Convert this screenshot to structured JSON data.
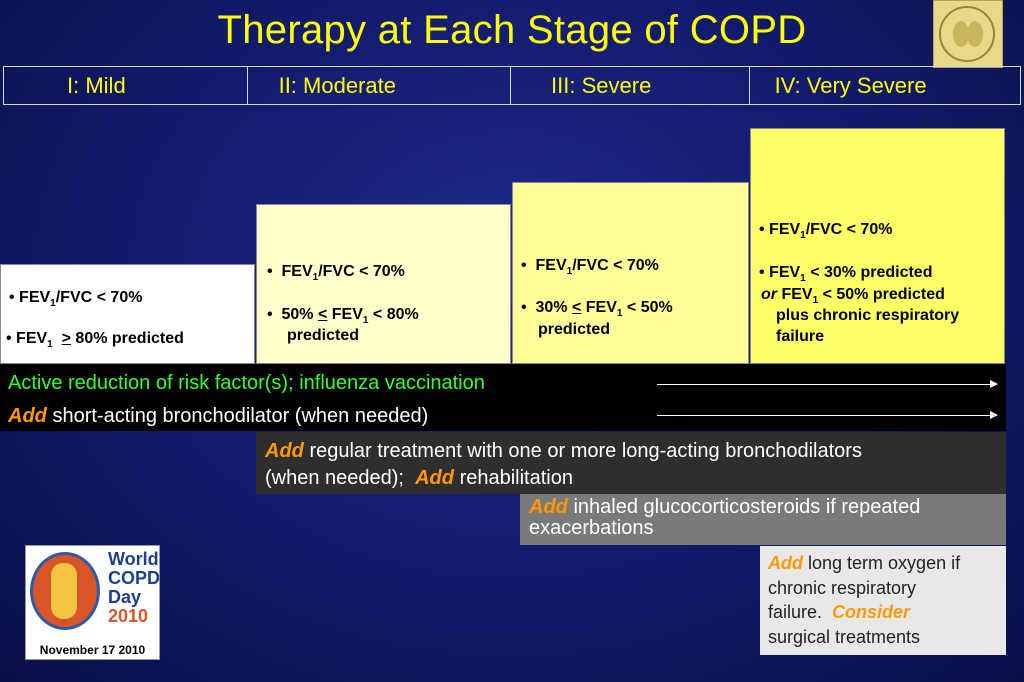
{
  "title": "Therapy at Each Stage of COPD",
  "stages": [
    "I: Mild",
    "II: Moderate",
    "III: Severe",
    "IV: Very Severe"
  ],
  "criteria": {
    "mild": {
      "l1": "FEV",
      "l1b": "/FVC < 70%",
      "l2": "FEV",
      "l2op": ">",
      "l2b": "80% predicted"
    },
    "moderate": {
      "l1": "FEV",
      "l1b": "/FVC < 70%",
      "l2a": "50%",
      "l2op": "<",
      "l2b": "FEV",
      "l2c": "< 80%",
      "l3": "predicted"
    },
    "severe": {
      "l1": "FEV",
      "l1b": "/FVC < 70%",
      "l2a": "30%",
      "l2op": "<",
      "l2b": "FEV",
      "l2c": "< 50%",
      "l3": "predicted"
    },
    "very_severe": {
      "l1": "FEV",
      "l1b": "/FVC < 70%",
      "l2": "FEV",
      "l2b": "< 30% predicted",
      "or": "or",
      "l3": "FEV",
      "l3b": "< 50% predicted",
      "l4": "plus chronic respiratory",
      "l5": "failure"
    },
    "sub": "1"
  },
  "therapy": {
    "risk": "Active reduction of risk factor(s); influenza vaccination",
    "add": "Add",
    "short_acting": "short-acting bronchodilator (when needed)",
    "long_acting_1": "regular treatment with one or more long-acting bronchodilators",
    "long_acting_2": "(when needed);",
    "rehab": "rehabilitation",
    "ics_1": "inhaled glucocorticosteroids if repeated",
    "ics_2": "exacerbations",
    "oxygen_1": "long term oxygen if",
    "oxygen_2": "chronic  respiratory",
    "oxygen_3": "failure.",
    "consider": "Consider",
    "oxygen_4": "surgical treatments"
  },
  "logo": {
    "gold_name": "gold-logo",
    "wcd_line1": "World",
    "wcd_line2": "COPD",
    "wcd_line3": "Day",
    "wcd_year": "2010",
    "wcd_date": "November 17 2010"
  },
  "colors": {
    "title": "#ffff00",
    "stage_text": "#ffff00",
    "add": "#ff9900",
    "risk_text": "#33ff33",
    "box_mild": "#ffffff",
    "box_moderate": "#ffffcc",
    "box_severe": "#ffff99",
    "box_very_severe": "#ffff66"
  }
}
